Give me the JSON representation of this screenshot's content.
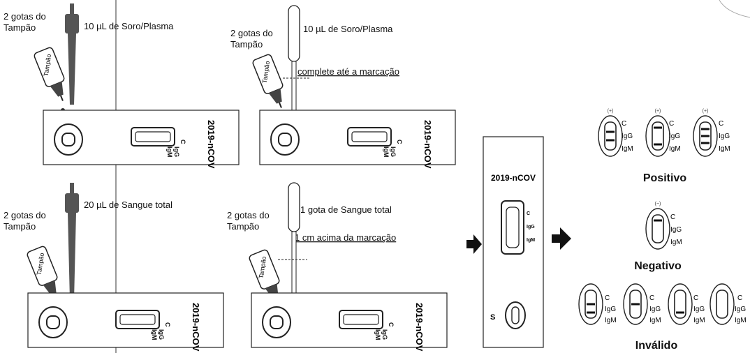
{
  "top_left": {
    "drops_label_line1": "2 gotas do",
    "drops_label_line2": "Tampão",
    "volume_label": "10 µL de Soro/Plasma",
    "cassette_name": "2019-nCOV",
    "buffer_bottle_label": "Tampão"
  },
  "top_right": {
    "drops_label_line1": "2 gotas do",
    "drops_label_line2": "Tampão",
    "volume_label": "10 µL de Soro/Plasma",
    "fill_instruction": "complete até a marcação",
    "cassette_name": "2019-nCOV",
    "buffer_bottle_label": "Tampão"
  },
  "bottom_left": {
    "drops_label_line1": "2 gotas do",
    "drops_label_line2": "Tampão",
    "volume_label": "20 µL de Sangue  total",
    "cassette_name": "2019-nCOV",
    "buffer_bottle_label": "Tampão"
  },
  "bottom_right": {
    "drops_label_line1": "2 gotas do",
    "drops_label_line2": "Tampão",
    "volume_label": "1 gota de Sangue total",
    "fill_instruction": "1 cm acima da marcação",
    "cassette_name": "2019-nCOV",
    "buffer_bottle_label": "Tampão"
  },
  "window_labels": {
    "c": "C",
    "igg": "IgG",
    "igm": "IgM"
  },
  "center_cassette": {
    "name": "2019-nCOV",
    "sample_label": "S",
    "c": "C",
    "igg": "IgG",
    "igm": "IgM"
  },
  "results": {
    "positive": {
      "title": "Positivo",
      "sign": "(+)"
    },
    "negative": {
      "title": "Negativo",
      "sign": "(−)"
    },
    "invalid": {
      "title": "Inválido"
    },
    "line_labels": {
      "c": "C",
      "igg": "IgG",
      "igm": "IgM"
    }
  },
  "colors": {
    "line": "#111111",
    "pipette": "#555555",
    "arrow": "#111111"
  }
}
